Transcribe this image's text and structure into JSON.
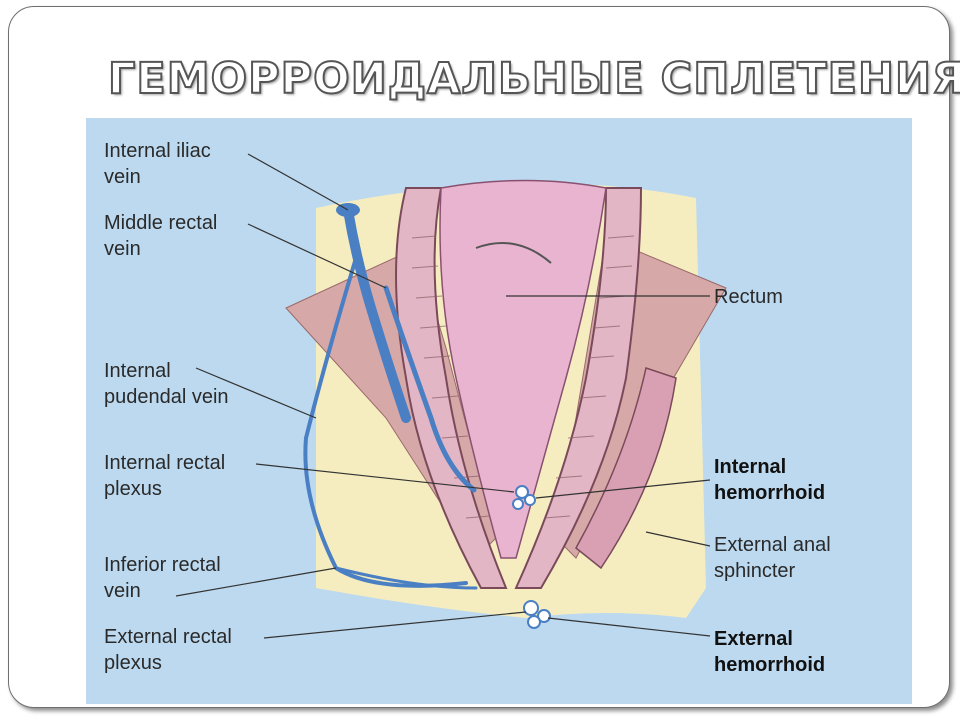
{
  "slide": {
    "title": "ГЕМОРРОИДАЛЬНЫЕ СПЛЕТЕНИЯ"
  },
  "figure": {
    "labels_left": [
      {
        "line1": "Internal iliac",
        "line2": "vein"
      },
      {
        "line1": "Middle rectal",
        "line2": "vein"
      },
      {
        "line1": "Internal",
        "line2": "pudendal vein"
      },
      {
        "line1": "Internal rectal",
        "line2": "plexus"
      },
      {
        "line1": "Inferior rectal",
        "line2": "vein"
      },
      {
        "line1": "External rectal",
        "line2": "plexus"
      }
    ],
    "labels_right": [
      {
        "line1": "Rectum",
        "line2": ""
      },
      {
        "line1": "Internal",
        "line2": "hemorrhoid"
      },
      {
        "line1": "External anal",
        "line2": "sphincter"
      },
      {
        "line1": "External",
        "line2": "hemorrhoid"
      }
    ]
  }
}
